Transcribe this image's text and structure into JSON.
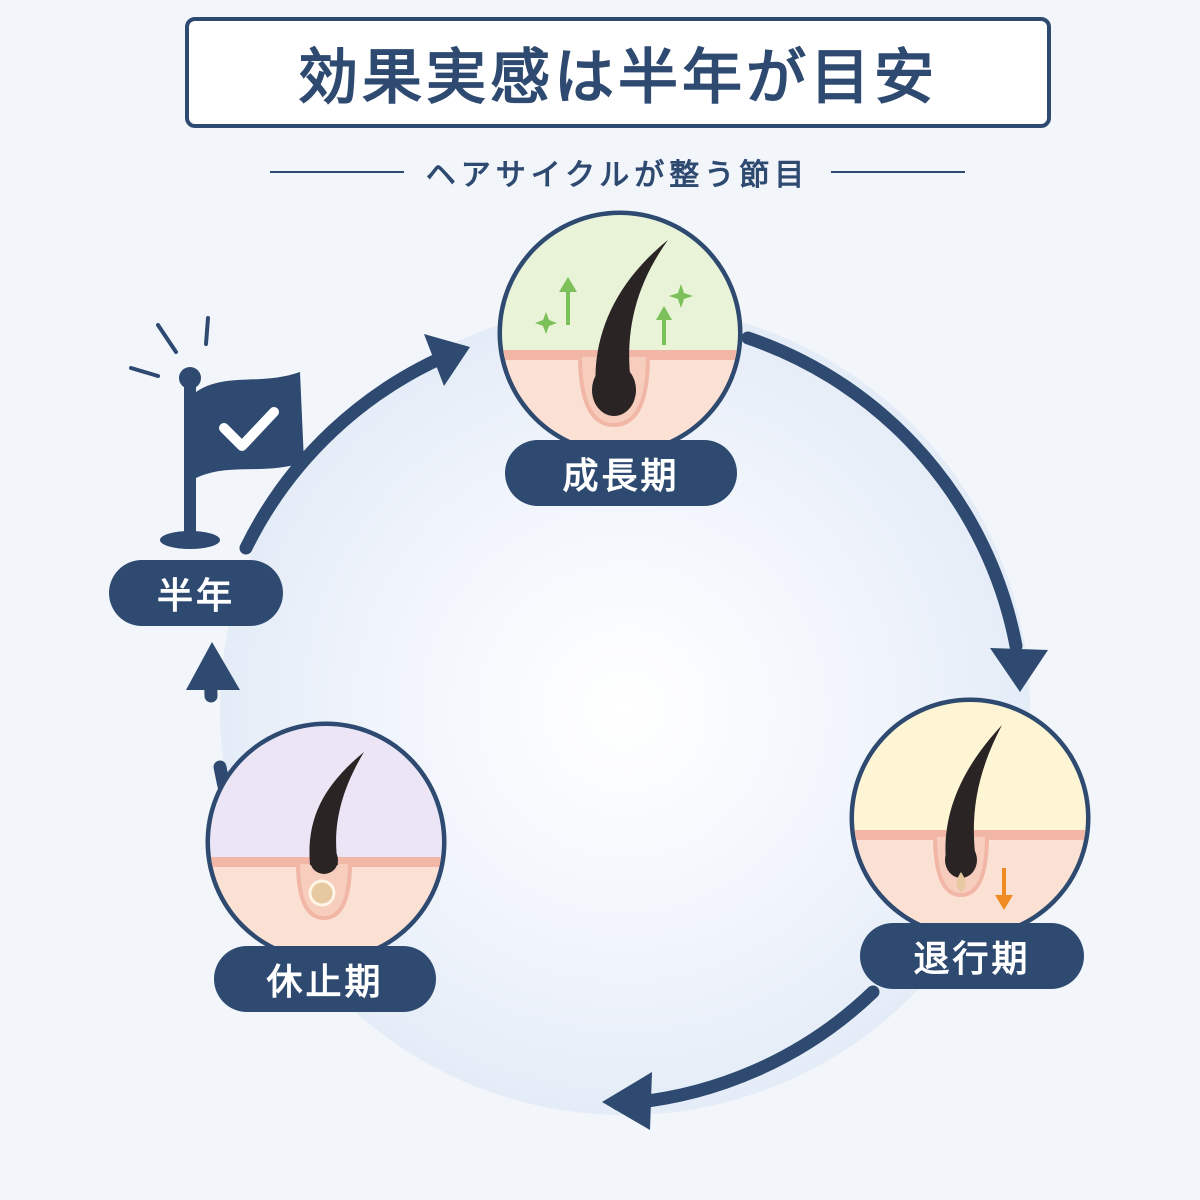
{
  "title": "効果実感は半年が目安",
  "subtitle": "ヘアサイクルが整う節目",
  "phases": [
    {
      "label": "成長期",
      "icon": "hair-growing-icon",
      "bg_color": "#e8f3d8",
      "accent_color": "#7cc05a"
    },
    {
      "label": "退行期",
      "icon": "hair-regressing-icon",
      "bg_color": "#fdf5d4",
      "accent_color": "#ee8c22"
    },
    {
      "label": "休止期",
      "icon": "hair-resting-icon",
      "bg_color": "#ebe5f6",
      "accent_color": "#e6c9a0"
    }
  ],
  "milestone": {
    "label": "半年",
    "icon": "checkered-flag-icon"
  },
  "colors": {
    "primary": "#2e4a70",
    "skin": "#fbe1d4",
    "skin_line": "#f1b6a6",
    "hair": "#2b2424"
  }
}
